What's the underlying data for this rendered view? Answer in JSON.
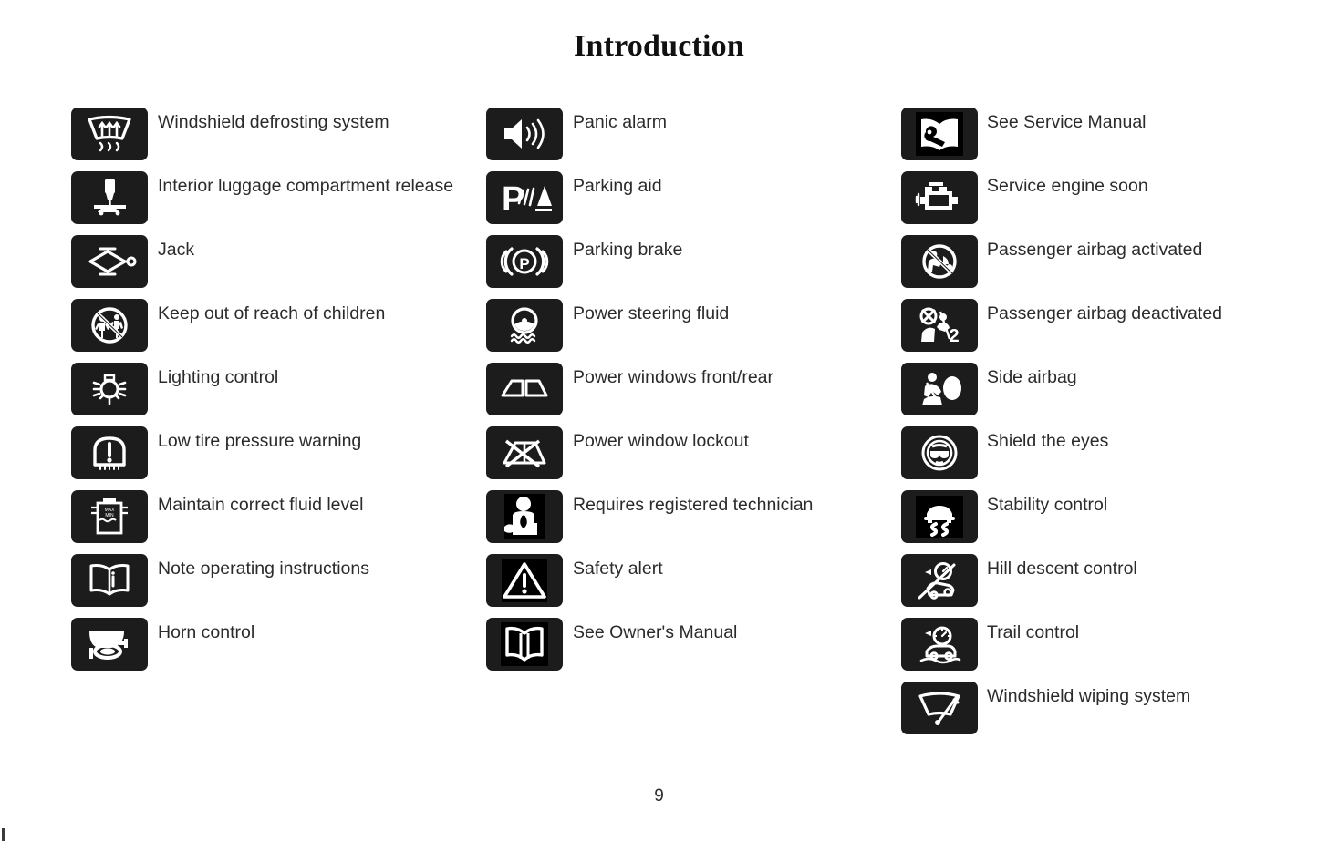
{
  "header": {
    "title": "Introduction"
  },
  "footer": {
    "page_number": "9"
  },
  "colors": {
    "symbol_background": "#1c1c1c",
    "symbol_foreground": "#ffffff",
    "text": "#2b2b2b",
    "rule": "#8a8a8a",
    "page_background": "#ffffff"
  },
  "columns": [
    {
      "id": "column-1",
      "items": [
        {
          "icon": "windshield-defrost-icon",
          "label": "Windshield defrosting system"
        },
        {
          "icon": "interior-luggage-compartment-release-icon",
          "label": "Interior luggage compartment release"
        },
        {
          "icon": "jack-icon",
          "label": "Jack"
        },
        {
          "icon": "keep-out-of-reach-of-children-icon",
          "label": "Keep out of reach of children"
        },
        {
          "icon": "lighting-control-icon",
          "label": "Lighting control"
        },
        {
          "icon": "low-tire-pressure-warning-icon",
          "label": "Low tire pressure warning"
        },
        {
          "icon": "maintain-correct-fluid-level-icon",
          "label": "Maintain correct fluid level"
        },
        {
          "icon": "note-operating-instructions-icon",
          "label": "Note operating instructions"
        },
        {
          "icon": "horn-control-icon",
          "label": "Horn control"
        }
      ]
    },
    {
      "id": "column-2",
      "items": [
        {
          "icon": "panic-alarm-icon",
          "label": "Panic alarm"
        },
        {
          "icon": "parking-aid-icon",
          "label": "Parking aid"
        },
        {
          "icon": "parking-brake-icon",
          "label": "Parking brake"
        },
        {
          "icon": "power-steering-fluid-icon",
          "label": "Power steering fluid"
        },
        {
          "icon": "power-windows-front-rear-icon",
          "label": "Power windows front/rear"
        },
        {
          "icon": "power-window-lockout-icon",
          "label": "Power window lockout"
        },
        {
          "icon": "requires-registered-technician-icon",
          "label": "Requires registered technician"
        },
        {
          "icon": "safety-alert-icon",
          "label": "Safety alert"
        },
        {
          "icon": "see-owners-manual-icon",
          "label": "See Owner's Manual"
        }
      ]
    },
    {
      "id": "column-3",
      "items": [
        {
          "icon": "see-service-manual-icon",
          "label": "See Service Manual"
        },
        {
          "icon": "service-engine-soon-icon",
          "label": "Service engine soon"
        },
        {
          "icon": "passenger-airbag-activated-icon",
          "label": "Passenger airbag activated"
        },
        {
          "icon": "passenger-airbag-deactivated-icon",
          "label": "Passenger airbag deactivated"
        },
        {
          "icon": "side-airbag-icon",
          "label": "Side airbag"
        },
        {
          "icon": "shield-the-eyes-icon",
          "label": "Shield the eyes"
        },
        {
          "icon": "stability-control-icon",
          "label": "Stability control"
        },
        {
          "icon": "hill-descent-control-icon",
          "label": "Hill descent control"
        },
        {
          "icon": "trail-control-icon",
          "label": "Trail control"
        },
        {
          "icon": "windshield-wiping-system-icon",
          "label": "Windshield wiping system"
        }
      ]
    }
  ]
}
